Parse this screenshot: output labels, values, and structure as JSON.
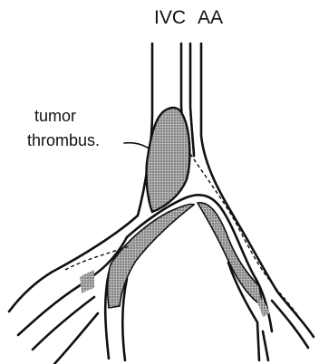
{
  "labels": {
    "ivc": "IVC",
    "aa": "AA",
    "thrombus_line1": "tumor",
    "thrombus_line2": "thrombus."
  },
  "colors": {
    "stroke": "#111111",
    "background": "#ffffff",
    "thrombus_fill": "#9a9a9a"
  }
}
